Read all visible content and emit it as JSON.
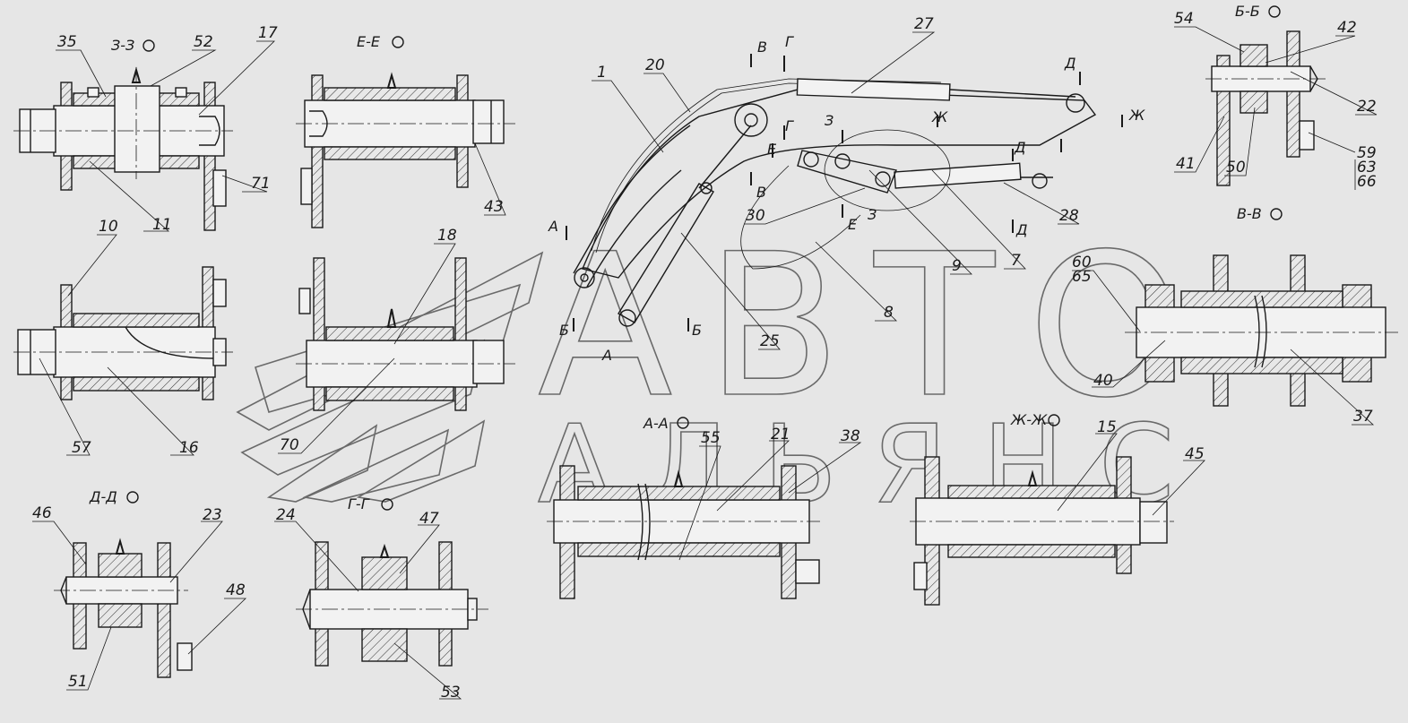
{
  "watermark": {
    "line1": "АВТО",
    "line2": "АЛЬЯНС"
  },
  "sections": [
    {
      "id": "3-3",
      "label": "З-З"
    },
    {
      "id": "E-E",
      "label": "Е-Е"
    },
    {
      "id": "B-B-top",
      "label": "Б-Б"
    },
    {
      "id": "V-V",
      "label": "В-В"
    },
    {
      "id": "A-A",
      "label": "А-А"
    },
    {
      "id": "ZH-ZH",
      "label": "Ж-Ж"
    },
    {
      "id": "D-D",
      "label": "Д-Д"
    },
    {
      "id": "G-G",
      "label": "Г-Г"
    }
  ],
  "cut_marks": [
    "В",
    "Г",
    "Д",
    "Ж",
    "Ж",
    "Г",
    "Е",
    "Е",
    "З",
    "З",
    "Д",
    "Д",
    "В",
    "А",
    "А",
    "Б",
    "Б"
  ],
  "part_labels": [
    "35",
    "52",
    "17",
    "71",
    "11",
    "10",
    "18",
    "43",
    "16",
    "57",
    "70",
    "1",
    "20",
    "27",
    "30",
    "25",
    "8",
    "9",
    "7",
    "28",
    "54",
    "42",
    "22",
    "41",
    "50",
    "59",
    "63",
    "66",
    "60",
    "65",
    "40",
    "37",
    "55",
    "21",
    "38",
    "15",
    "45",
    "46",
    "23",
    "48",
    "51",
    "24",
    "47",
    "53"
  ]
}
